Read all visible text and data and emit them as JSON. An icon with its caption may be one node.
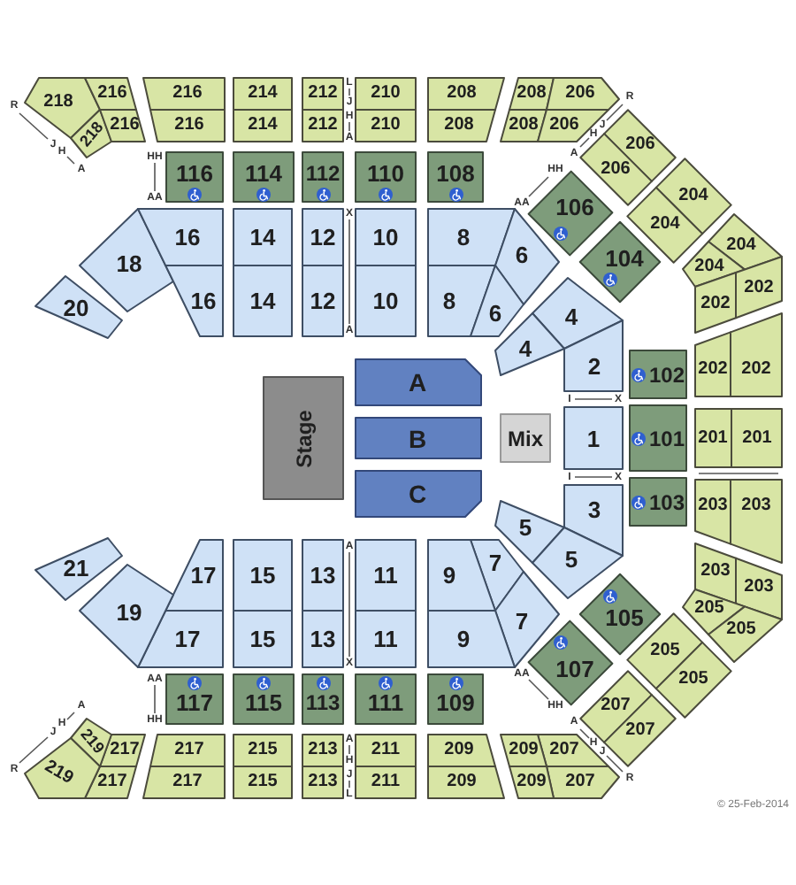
{
  "diagram": {
    "nodes": [
      {
        "text": [
          "218"
        ]
      },
      {
        "text": [
          "216"
        ]
      },
      {
        "text": [
          "216"
        ]
      },
      {
        "text": [
          "214"
        ]
      },
      {
        "text": [
          "212"
        ]
      },
      {
        "text": [
          "210"
        ]
      },
      {
        "text": [
          "208"
        ]
      },
      {
        "text": [
          "208"
        ]
      },
      {
        "text": [
          "206"
        ]
      },
      {
        "text": [
          "218"
        ]
      },
      {
        "text": [
          "216"
        ]
      },
      {
        "text": [
          "216"
        ]
      },
      {
        "text": [
          "214"
        ]
      },
      {
        "text": [
          "212"
        ]
      },
      {
        "text": [
          "210"
        ]
      },
      {
        "text": [
          "208"
        ]
      },
      {
        "text": [
          "208"
        ]
      },
      {
        "text": [
          "206"
        ]
      },
      {
        "text": [
          "206"
        ]
      },
      {
        "text": [
          "206"
        ]
      },
      {
        "text": [
          "116"
        ]
      },
      {
        "text": [
          "114"
        ]
      },
      {
        "text": [
          "112"
        ]
      },
      {
        "text": [
          "110"
        ]
      },
      {
        "text": [
          "108"
        ]
      },
      {
        "text": [
          "204"
        ]
      },
      {
        "text": [
          "106"
        ]
      },
      {
        "text": [
          "204"
        ]
      },
      {
        "text": [
          "18"
        ]
      },
      {
        "text": [
          "16"
        ]
      },
      {
        "text": [
          "14"
        ]
      },
      {
        "text": [
          "12"
        ]
      },
      {
        "text": [
          "10"
        ]
      },
      {
        "text": [
          "8"
        ]
      },
      {
        "text": [
          "6"
        ]
      },
      {
        "text": [
          "204"
        ]
      },
      {
        "text": [
          "104"
        ]
      },
      {
        "text": [
          "204"
        ]
      },
      {
        "text": [
          "202"
        ]
      },
      {
        "text": [
          "20"
        ]
      },
      {
        "text": [
          "16"
        ]
      },
      {
        "text": [
          "14"
        ]
      },
      {
        "text": [
          "12"
        ]
      },
      {
        "text": [
          "10"
        ]
      },
      {
        "text": [
          "8"
        ]
      },
      {
        "text": [
          "6"
        ]
      },
      {
        "text": [
          "202"
        ]
      },
      {
        "text": [
          "4"
        ]
      },
      {
        "text": [
          "4"
        ]
      },
      {
        "text": [
          "2"
        ]
      },
      {
        "text": [
          "102"
        ]
      },
      {
        "text": [
          "202"
        ]
      },
      {
        "text": [
          "202"
        ]
      },
      {
        "text": [
          "Stage"
        ]
      },
      {
        "text": [
          "A"
        ]
      },
      {
        "text": [
          "B"
        ]
      },
      {
        "text": [
          "Mix"
        ]
      },
      {
        "text": [
          "1"
        ]
      },
      {
        "text": [
          "101"
        ]
      },
      {
        "text": [
          "201"
        ]
      },
      {
        "text": [
          "201"
        ]
      },
      {
        "text": [
          "C"
        ]
      },
      {
        "text": [
          "203"
        ]
      },
      {
        "text": [
          "203"
        ]
      },
      {
        "text": [
          "103"
        ]
      },
      {
        "text": [
          "3"
        ]
      },
      {
        "text": [
          "5"
        ]
      },
      {
        "text": [
          "5"
        ]
      },
      {
        "text": [
          "203"
        ]
      },
      {
        "text": [
          "7"
        ]
      },
      {
        "text": [
          "9"
        ]
      },
      {
        "text": [
          "11"
        ]
      },
      {
        "text": [
          "13"
        ]
      },
      {
        "text": [
          "15"
        ]
      },
      {
        "text": [
          "17"
        ]
      },
      {
        "text": [
          "21"
        ]
      },
      {
        "text": [
          "203"
        ]
      },
      {
        "text": [
          "205"
        ]
      },
      {
        "text": [
          "105"
        ]
      },
      {
        "text": [
          "205"
        ]
      },
      {
        "text": [
          "7"
        ]
      },
      {
        "text": [
          "9"
        ]
      },
      {
        "text": [
          "11"
        ]
      },
      {
        "text": [
          "13"
        ]
      },
      {
        "text": [
          "15"
        ]
      },
      {
        "text": [
          "17"
        ]
      },
      {
        "text": [
          "19"
        ]
      },
      {
        "text": [
          "205"
        ]
      },
      {
        "text": [
          "107"
        ]
      },
      {
        "text": [
          "205"
        ]
      },
      {
        "text": [
          "109"
        ]
      },
      {
        "text": [
          "111"
        ]
      },
      {
        "text": [
          "113"
        ]
      },
      {
        "text": [
          "115"
        ]
      },
      {
        "text": [
          "117"
        ]
      },
      {
        "text": [
          "207"
        ]
      },
      {
        "text": [
          "207"
        ]
      },
      {
        "text": [
          "207"
        ]
      },
      {
        "text": [
          "209"
        ]
      },
      {
        "text": [
          "209"
        ]
      },
      {
        "text": [
          "211"
        ]
      },
      {
        "text": [
          "213"
        ]
      },
      {
        "text": [
          "215"
        ]
      },
      {
        "text": [
          "217"
        ]
      },
      {
        "text": [
          "217"
        ]
      },
      {
        "text": [
          "219"
        ]
      },
      {
        "text": [
          "207"
        ]
      },
      {
        "text": [
          "209"
        ]
      },
      {
        "text": [
          "209"
        ]
      },
      {
        "text": [
          "211"
        ]
      },
      {
        "text": [
          "213"
        ]
      },
      {
        "text": [
          "215"
        ]
      },
      {
        "text": [
          "217"
        ]
      },
      {
        "text": [
          "217"
        ]
      },
      {
        "text": [
          "219"
        ]
      }
    ],
    "labels": [
      "L",
      "R",
      "J",
      "R",
      "H",
      "J",
      "H",
      "A",
      "J",
      "H",
      "A",
      "HH",
      "A",
      "HH",
      "AA",
      "AA",
      "X",
      "A",
      "I",
      "X",
      "I",
      "X",
      "A",
      "X",
      "AA",
      "AA",
      "HH",
      "A",
      "HH",
      "A",
      "H",
      "J",
      "A",
      "H",
      "J",
      "H",
      "R",
      "J",
      "R",
      "L",
      "© 25-Feb-2014"
    ]
  }
}
